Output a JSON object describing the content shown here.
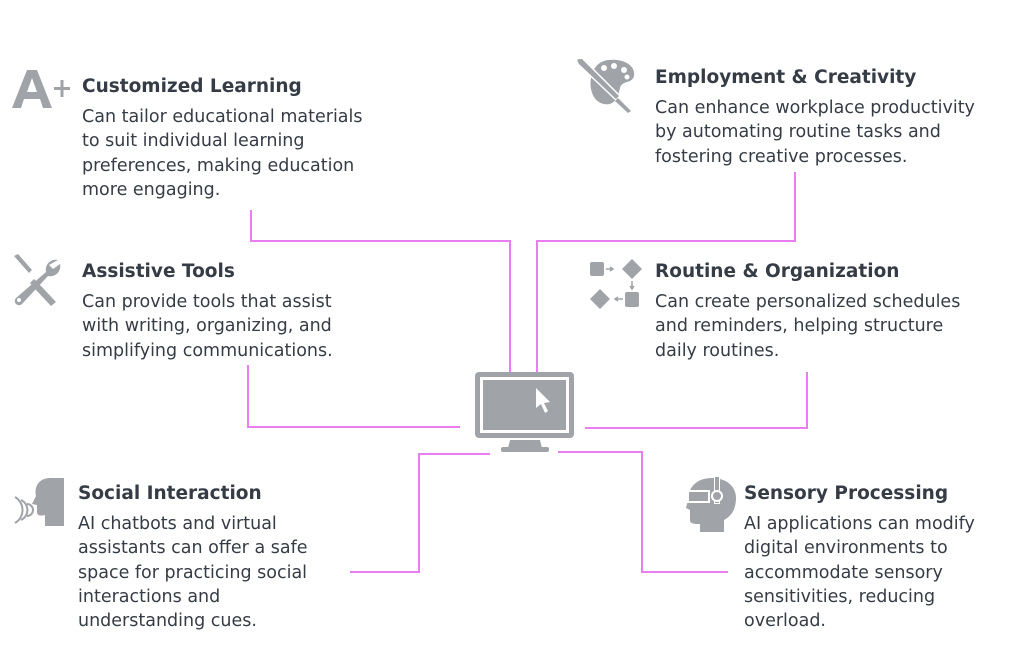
{
  "colors": {
    "connector": "#ea7ef0",
    "icon": "#a0a3a8",
    "text": "#363c45"
  },
  "center": {
    "icon": "computer-monitor-with-cursor-icon"
  },
  "items": [
    {
      "title": "Customized Learning",
      "body": "Can tailor educational materials\nto suit individual learning\npreferences, making education\nmore engaging.",
      "icon": "a-plus-grade-icon"
    },
    {
      "title": "Assistive Tools",
      "body": "Can provide tools that assist\nwith writing, organizing, and\nsimplifying communications.",
      "icon": "wrench-screwdriver-icon"
    },
    {
      "title": "Social Interaction",
      "body": "AI chatbots and virtual\nassistants can offer a safe\nspace for practicing social\ninteractions and\nunderstanding cues.",
      "icon": "speaking-head-icon"
    },
    {
      "title": "Employment & Creativity",
      "body": "Can enhance workplace productivity\nby automating routine tasks and\nfostering creative processes.",
      "icon": "paint-palette-brush-icon"
    },
    {
      "title": "Routine & Organization",
      "body": " Can create personalized schedules\nand reminders, helping structure\ndaily routines.",
      "icon": "flowchart-icon"
    },
    {
      "title": "Sensory Processing",
      "body": "AI applications can modify\ndigital environments to\naccommodate sensory\nsensitivities, reducing\noverload.",
      "icon": "vr-headset-head-icon"
    }
  ]
}
